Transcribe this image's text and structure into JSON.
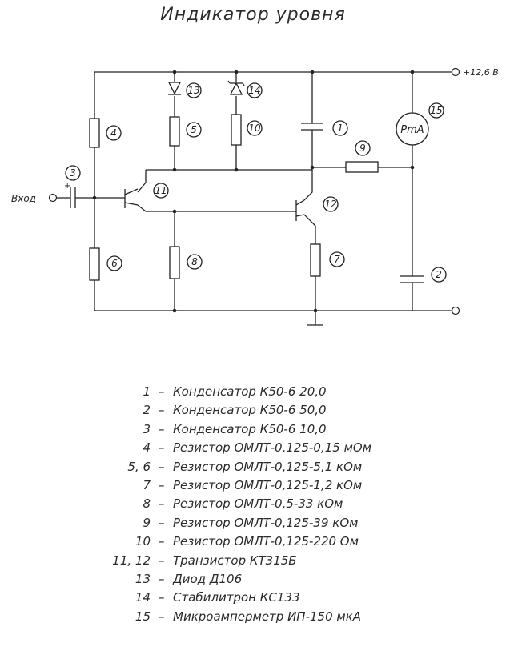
{
  "title": "Индикатор уровня",
  "terminals": {
    "supply": "+12,6 В",
    "ground": "-",
    "input": "Вход"
  },
  "components": [
    {
      "id": "1",
      "kind": "capacitor"
    },
    {
      "id": "2",
      "kind": "capacitor"
    },
    {
      "id": "3",
      "kind": "capacitor",
      "polarity": "+"
    },
    {
      "id": "4",
      "kind": "resistor"
    },
    {
      "id": "5",
      "kind": "resistor"
    },
    {
      "id": "6",
      "kind": "resistor"
    },
    {
      "id": "7",
      "kind": "resistor"
    },
    {
      "id": "8",
      "kind": "resistor"
    },
    {
      "id": "9",
      "kind": "resistor"
    },
    {
      "id": "10",
      "kind": "resistor"
    },
    {
      "id": "11",
      "kind": "transistor"
    },
    {
      "id": "12",
      "kind": "transistor"
    },
    {
      "id": "13",
      "kind": "diode"
    },
    {
      "id": "14",
      "kind": "zener"
    },
    {
      "id": "15",
      "kind": "meter",
      "symbol": "PmA"
    }
  ],
  "legend": [
    {
      "num": "1",
      "text": "Конденсатор К50-6 20,0"
    },
    {
      "num": "2",
      "text": "Конденсатор К50-6 50,0"
    },
    {
      "num": "3",
      "text": "Конденсатор К50-6 10,0"
    },
    {
      "num": "4",
      "text": "Резистор ОМЛТ-0,125-0,15 мОм"
    },
    {
      "num": "5, 6",
      "text": "Резистор ОМЛТ-0,125-5,1 кОм"
    },
    {
      "num": "7",
      "text": "Резистор ОМЛТ-0,125-1,2 кОм"
    },
    {
      "num": "8",
      "text": "Резистор ОМЛТ-0,5-33 кОм"
    },
    {
      "num": "9",
      "text": "Резистор ОМЛТ-0,125-39 кОм"
    },
    {
      "num": "10",
      "text": "Резистор ОМЛТ-0,125-220 Ом"
    },
    {
      "num": "11, 12",
      "text": "Транзистор КТ315Б"
    },
    {
      "num": "13",
      "text": "Диод Д106"
    },
    {
      "num": "14",
      "text": "Стабилитрон КС133"
    },
    {
      "num": "15",
      "text": "Микроамперметр ИП-150 мкА"
    }
  ]
}
